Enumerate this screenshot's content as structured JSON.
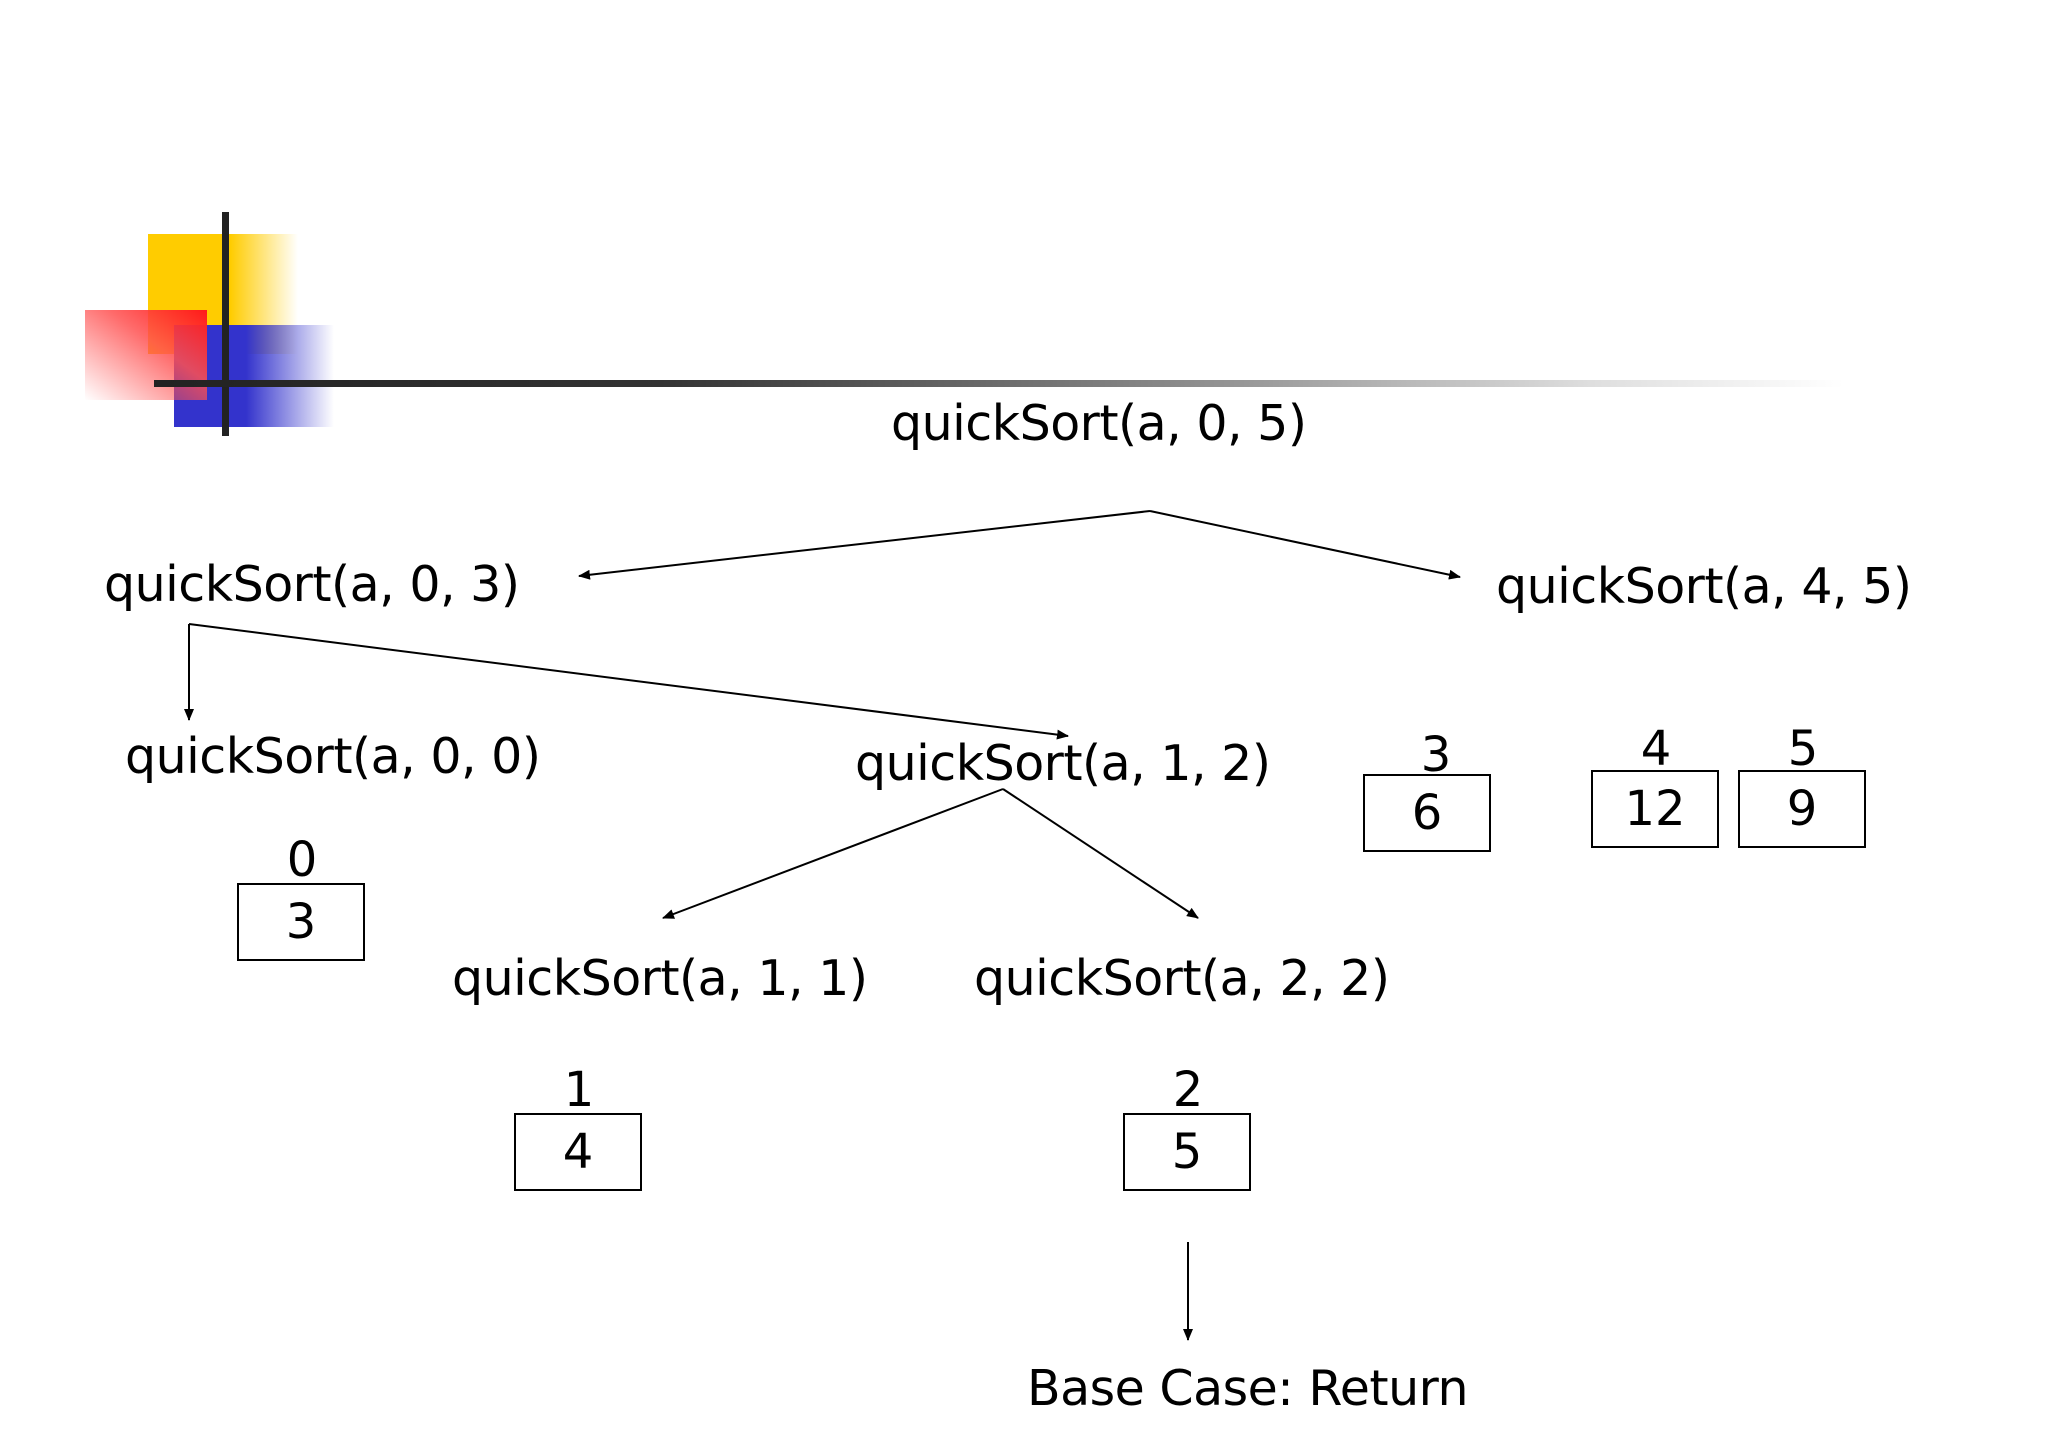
{
  "colors": {
    "yellow": "#FFCC00",
    "red": "#FF2020",
    "blue": "#3333CC",
    "line": "#000000"
  },
  "diagram": {
    "root_call": "quickSort(a, 0, 5)",
    "left_call": "quickSort(a, 0, 3)",
    "right_call": "quickSort(a, 4, 5)",
    "ll_call": "quickSort(a, 0, 0)",
    "lr_call": "quickSort(a, 1, 2)",
    "lrl_call": "quickSort(a, 1, 1)",
    "lrr_call": "quickSort(a, 2, 2)",
    "base_case": "Base Case: Return",
    "cells": [
      {
        "index": "0",
        "value": "3"
      },
      {
        "index": "1",
        "value": "4"
      },
      {
        "index": "2",
        "value": "5"
      },
      {
        "index": "3",
        "value": "6"
      },
      {
        "index": "4",
        "value": "12"
      },
      {
        "index": "5",
        "value": "9"
      }
    ]
  }
}
